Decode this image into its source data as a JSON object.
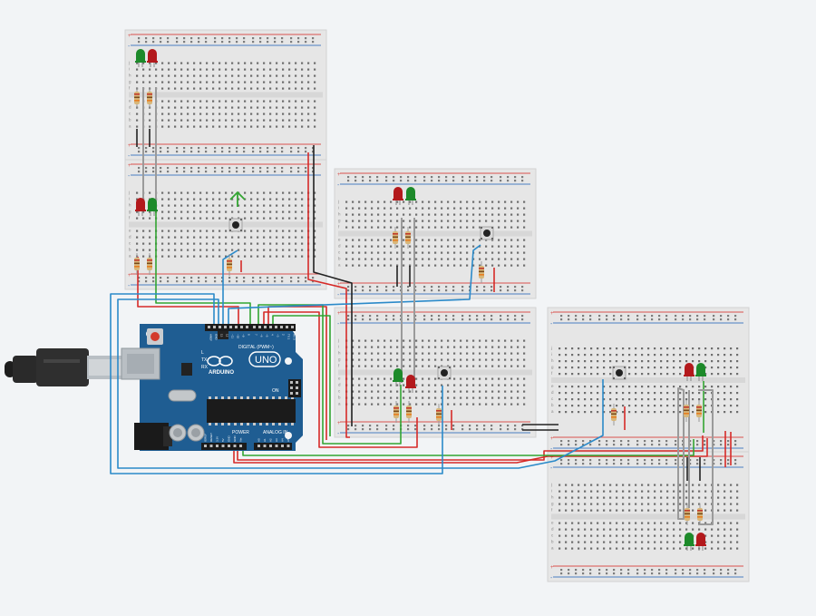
{
  "arduino": {
    "logo_text": "ARDUINO",
    "model": "UNO",
    "label_tx": "TX",
    "label_rx": "RX",
    "label_l": "L",
    "label_on": "ON",
    "label_digital": "DIGITAL (PWM~)",
    "label_power": "POWER",
    "label_analog": "ANALOG IN",
    "digital_pins": [
      "AREF",
      "GND",
      "13",
      "12",
      "~11",
      "~10",
      "~9",
      "8",
      "7",
      "~6",
      "~5",
      "4",
      "~3",
      "2",
      "TX 1",
      "RX 0"
    ],
    "power_pins": [
      "IOREF",
      "RESET",
      "3.3V",
      "5V",
      "GND",
      "GND",
      "Vin"
    ],
    "analog_pins": [
      "A0",
      "A1",
      "A2",
      "A3",
      "A4",
      "A5"
    ]
  },
  "breadboard": {
    "row_letters": [
      "a",
      "b",
      "c",
      "d",
      "e",
      "f",
      "g",
      "h",
      "i",
      "j"
    ],
    "rail_plus": "+",
    "rail_minus": "-"
  },
  "colors": {
    "background": "#f2f4f6",
    "board": "#1f5d92",
    "led_red": "#b3191c",
    "led_green": "#1d8a2a",
    "wire_red": "#d62a28",
    "wire_green": "#33a532",
    "wire_blue": "#2b8ac9",
    "wire_black": "#222222",
    "wire_gray": "#9a9a9a"
  },
  "icons": [
    "usb-cable-icon",
    "pushbutton-icon",
    "resistor-icon",
    "led-icon",
    "arrow-up-icon"
  ]
}
